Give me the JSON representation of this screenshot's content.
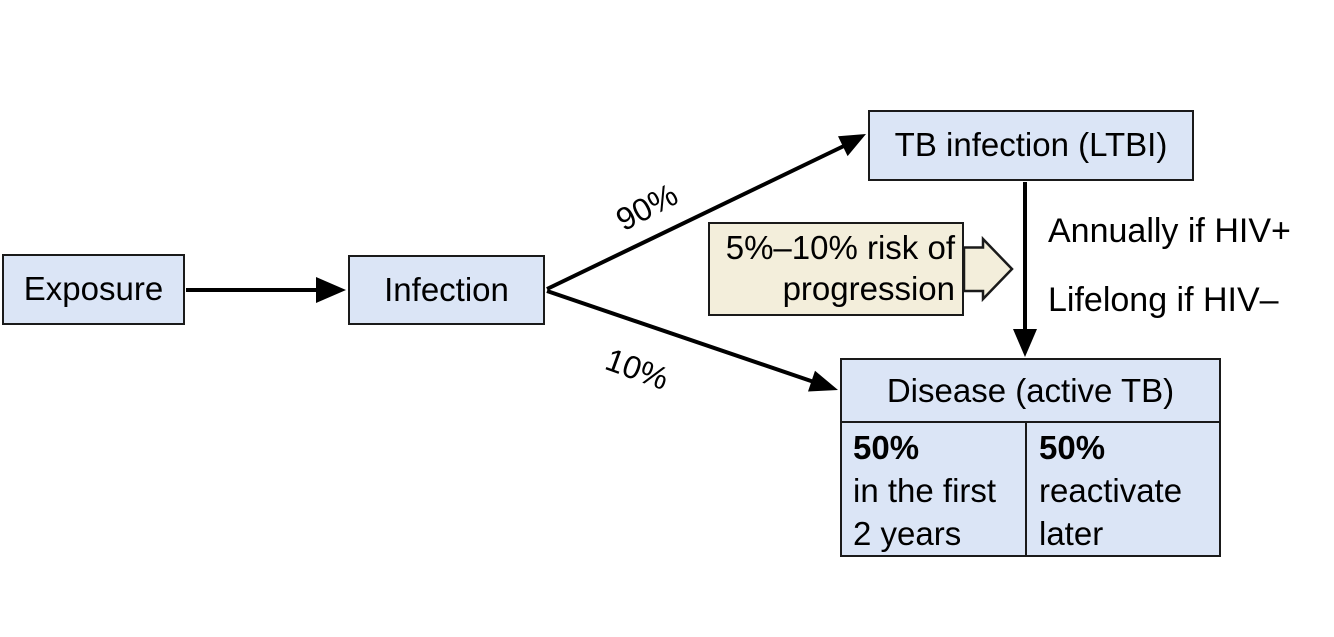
{
  "diagram": {
    "nodes": {
      "exposure": {
        "label": "Exposure"
      },
      "infection": {
        "label": "Infection"
      },
      "ltbi": {
        "label": "TB infection (LTBI)"
      },
      "disease": {
        "header": "Disease (active TB)",
        "cells": [
          {
            "pct": "50%",
            "line1": "in the first",
            "line2": "2 years"
          },
          {
            "pct": "50%",
            "line1": "reactivate",
            "line2": "later"
          }
        ]
      }
    },
    "edges": {
      "infection_to_ltbi_label": "90%",
      "infection_to_disease_label": "10%"
    },
    "callout": {
      "line1": "5%–10% risk of",
      "line2": "progression"
    },
    "ltbi_to_disease_notes": {
      "line1": "Annually if HIV+",
      "line2": "Lifelong if HIV–"
    },
    "colors": {
      "node_fill": "#dbe5f6",
      "callout_fill": "#f3eedb",
      "border": "#1a1a1a",
      "background": "#ffffff"
    }
  }
}
